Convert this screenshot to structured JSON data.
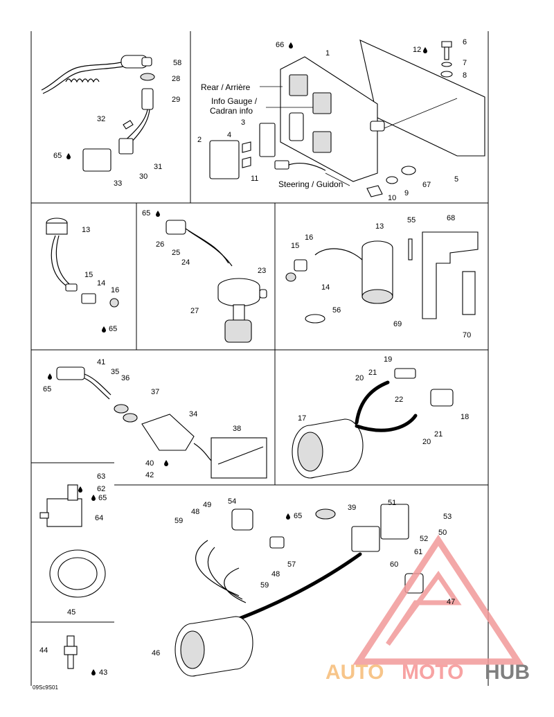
{
  "diagram": {
    "drawing_code": "09Sc9S01",
    "watermark": {
      "auto": "AUTO",
      "moto": "MOTO",
      "hub": "HUB",
      "colors": {
        "auto": "#f7c58a",
        "moto": "#f7a3a3",
        "hub": "#7f7f7f",
        "triangle": "#f29a9a"
      }
    },
    "labels": {
      "rear": "Rear / Arrière",
      "info_gauge_1": "Info Gauge /",
      "info_gauge_2": "Cadran info",
      "steering": "Steering / Guidon"
    },
    "callouts": {
      "c1": "1",
      "c2": "2",
      "c3": "3",
      "c4": "4",
      "c5": "5",
      "c6": "6",
      "c7": "7",
      "c8": "8",
      "c9": "9",
      "c10": "10",
      "c11": "11",
      "c12": "12",
      "c13a": "13",
      "c13b": "13",
      "c14a": "14",
      "c14b": "14",
      "c15a": "15",
      "c15b": "15",
      "c16a": "16",
      "c16b": "16",
      "c17": "17",
      "c18": "18",
      "c19": "19",
      "c20a": "20",
      "c20b": "20",
      "c21a": "21",
      "c21b": "21",
      "c22": "22",
      "c23": "23",
      "c24": "24",
      "c25": "25",
      "c26": "26",
      "c27": "27",
      "c28": "28",
      "c29": "29",
      "c30": "30",
      "c31": "31",
      "c32": "32",
      "c33": "33",
      "c34": "34",
      "c35": "35",
      "c36": "36",
      "c37": "37",
      "c38": "38",
      "c39": "39",
      "c40": "40",
      "c41": "41",
      "c42": "42",
      "c43": "43",
      "c44": "44",
      "c45": "45",
      "c46": "46",
      "c47": "47",
      "c48a": "48",
      "c48b": "48",
      "c49": "49",
      "c50": "50",
      "c51": "51",
      "c52": "52",
      "c53": "53",
      "c54": "54",
      "c55": "55",
      "c56": "56",
      "c57": "57",
      "c58": "58",
      "c59a": "59",
      "c59b": "59",
      "c60": "60",
      "c61": "61",
      "c62": "62",
      "c63": "63",
      "c64": "64",
      "c65a": "65",
      "c65b": "65",
      "c65c": "65",
      "c65d": "65",
      "c65e": "65",
      "c65f": "65",
      "c66": "66",
      "c67": "67",
      "c68": "68",
      "c69": "69",
      "c70": "70"
    }
  }
}
